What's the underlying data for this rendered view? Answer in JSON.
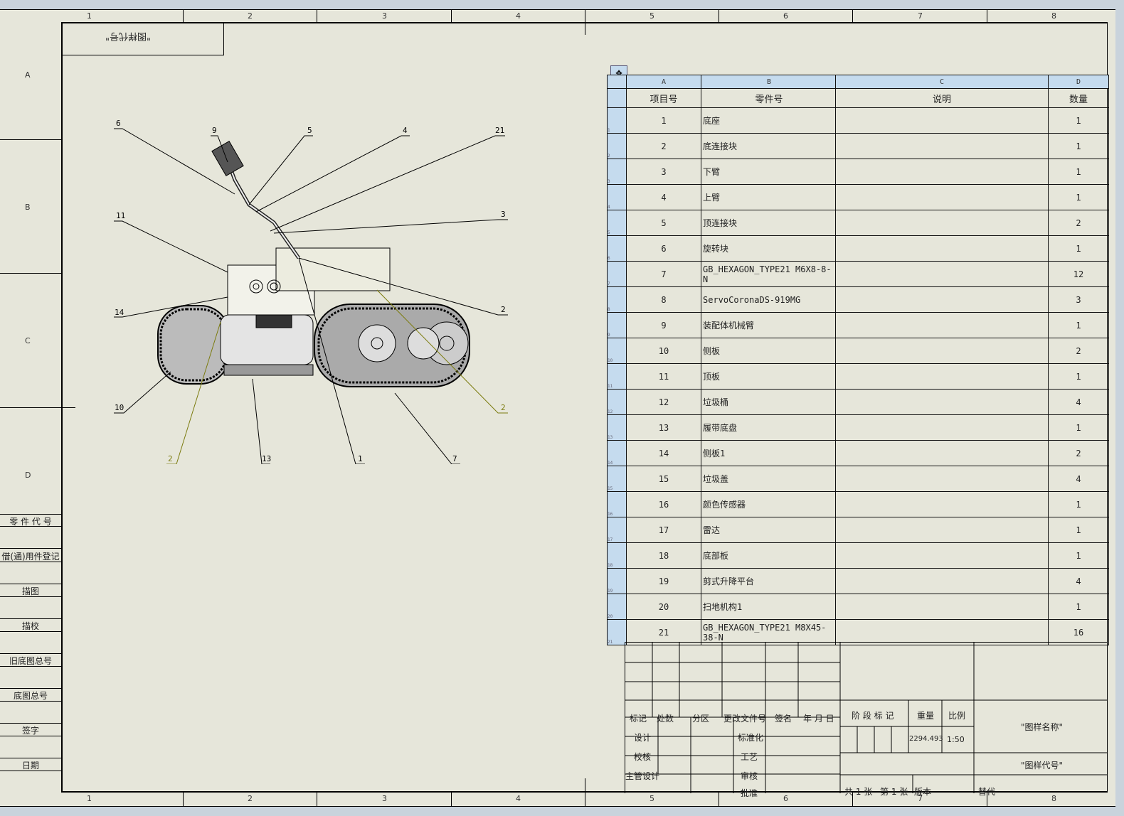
{
  "zones": {
    "top": [
      "1",
      "2",
      "3",
      "4",
      "5",
      "6",
      "7",
      "8"
    ],
    "bottom": [
      "1",
      "2",
      "3",
      "4",
      "5",
      "6",
      "7",
      "8"
    ],
    "left": [
      "A",
      "B",
      "C",
      "D"
    ]
  },
  "mirrored_label": "\"图样代号\"",
  "left_strip": [
    "零 件 代 号",
    "借(通)用件登记",
    "描图",
    "描校",
    "旧底图总号",
    "底图总号",
    "签字",
    "日期"
  ],
  "bom": {
    "col_letters": [
      "A",
      "B",
      "C",
      "D"
    ],
    "headers": [
      "项目号",
      "零件号",
      "说明",
      "数量"
    ],
    "row_numbers": [
      "1",
      "2",
      "3",
      "4",
      "5",
      "6",
      "7",
      "8",
      "9",
      "10",
      "11",
      "12",
      "13",
      "14",
      "15",
      "16",
      "17",
      "18",
      "19",
      "20",
      "21"
    ],
    "rows": [
      {
        "item": "1",
        "part": "底座",
        "desc": "",
        "qty": "1"
      },
      {
        "item": "2",
        "part": "底连接块",
        "desc": "",
        "qty": "1"
      },
      {
        "item": "3",
        "part": "下臂",
        "desc": "",
        "qty": "1"
      },
      {
        "item": "4",
        "part": "上臂",
        "desc": "",
        "qty": "1"
      },
      {
        "item": "5",
        "part": "顶连接块",
        "desc": "",
        "qty": "2"
      },
      {
        "item": "6",
        "part": "旋转块",
        "desc": "",
        "qty": "1"
      },
      {
        "item": "7",
        "part": "GB_HEXAGON_TYPE21 M6X8-8-N",
        "desc": "",
        "qty": "12"
      },
      {
        "item": "8",
        "part": "ServoCoronaDS-919MG",
        "desc": "",
        "qty": "3"
      },
      {
        "item": "9",
        "part": "装配体机械臂",
        "desc": "",
        "qty": "1"
      },
      {
        "item": "10",
        "part": "侧板",
        "desc": "",
        "qty": "2"
      },
      {
        "item": "11",
        "part": "顶板",
        "desc": "",
        "qty": "1"
      },
      {
        "item": "12",
        "part": "垃圾桶",
        "desc": "",
        "qty": "4"
      },
      {
        "item": "13",
        "part": "履带底盘",
        "desc": "",
        "qty": "1"
      },
      {
        "item": "14",
        "part": "侧板1",
        "desc": "",
        "qty": "2"
      },
      {
        "item": "15",
        "part": "垃圾盖",
        "desc": "",
        "qty": "4"
      },
      {
        "item": "16",
        "part": "颜色传感器",
        "desc": "",
        "qty": "1"
      },
      {
        "item": "17",
        "part": "雷达",
        "desc": "",
        "qty": "1"
      },
      {
        "item": "18",
        "part": "底部板",
        "desc": "",
        "qty": "1"
      },
      {
        "item": "19",
        "part": "剪式升降平台",
        "desc": "",
        "qty": "4"
      },
      {
        "item": "20",
        "part": "扫地机构1",
        "desc": "",
        "qty": "1"
      },
      {
        "item": "21",
        "part": "GB_HEXAGON_TYPE21 M8X45-38-N",
        "desc": "",
        "qty": "16"
      }
    ]
  },
  "title_block": {
    "rev_headers": [
      "标记",
      "处数",
      "分区",
      "更改文件号",
      "签名",
      "年 月 日"
    ],
    "roles": [
      "设计",
      "校核",
      "主管设计"
    ],
    "roles2": [
      "标准化",
      "工艺",
      "审核",
      "批准"
    ],
    "stage_label": "阶 段 标 记",
    "weight_label": "重量",
    "scale_label": "比例",
    "weight_value": "2294.493",
    "scale_value": "1:50",
    "drawing_name": "\"图样名称\"",
    "drawing_code": "\"图样代号\"",
    "total_sheets": "共 1 张",
    "sheet_no": "第 1 张",
    "version": "版本",
    "replace": "替代"
  },
  "callouts": [
    "6",
    "9",
    "5",
    "4",
    "21",
    "11",
    "3",
    "14",
    "2",
    "10",
    "2",
    "13",
    "1",
    "7",
    "2"
  ]
}
